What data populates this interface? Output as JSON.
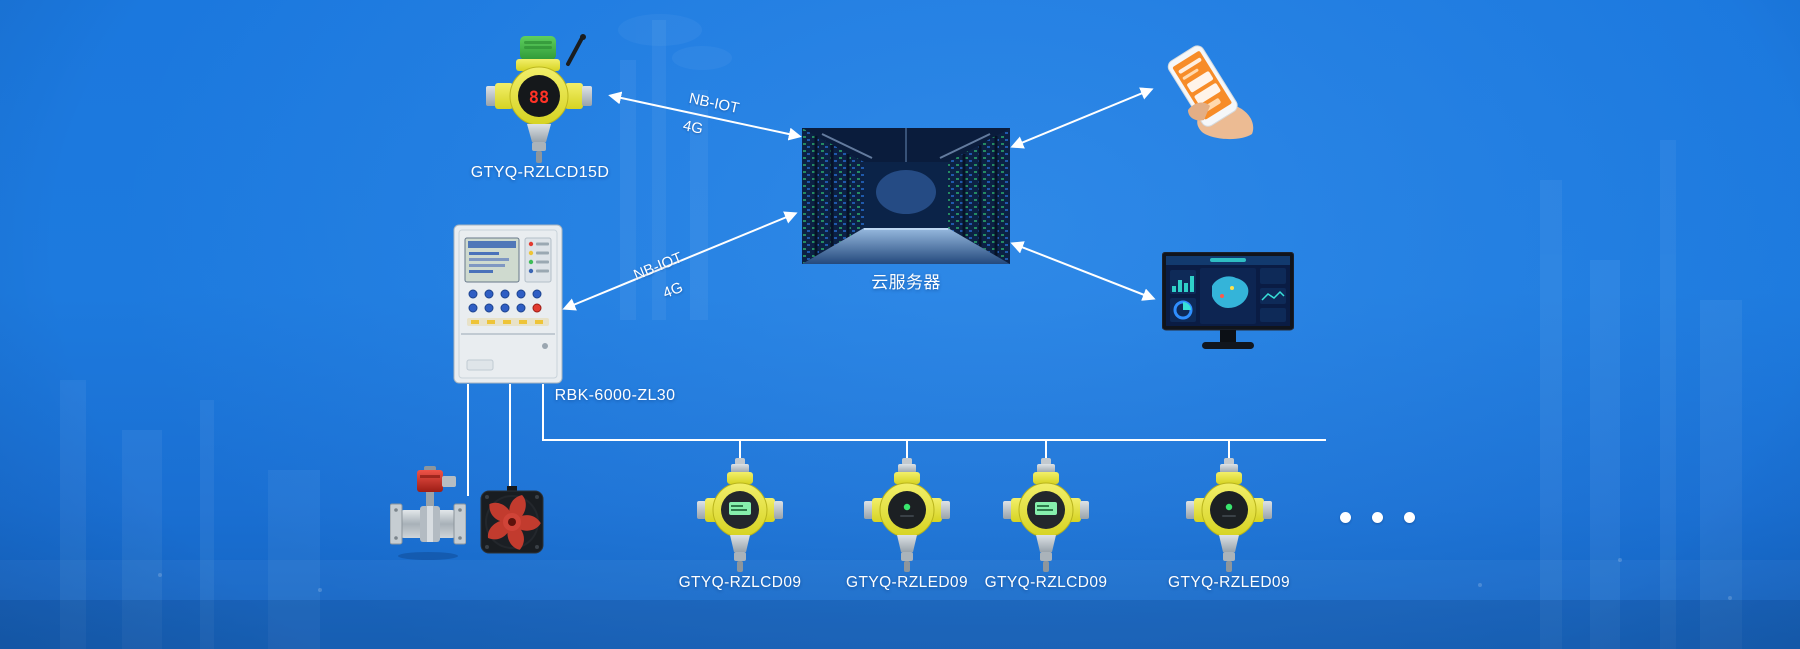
{
  "background": {
    "base_color": "#1b77dc"
  },
  "devices": {
    "wireless_detector": {
      "label": "GTYQ-RZLCD15D",
      "display_value": "88"
    },
    "cloud_server": {
      "label": "云服务器"
    },
    "controller": {
      "label": "RBK-6000-ZL30"
    },
    "field_detectors": [
      {
        "label": "GTYQ-RZLCD09",
        "screen": "lcd"
      },
      {
        "label": "GTYQ-RZLED09",
        "screen": "led"
      },
      {
        "label": "GTYQ-RZLCD09",
        "screen": "lcd"
      },
      {
        "label": "GTYQ-RZLED09",
        "screen": "led"
      }
    ]
  },
  "links": {
    "wireless_to_cloud": {
      "line1": "NB-IOT",
      "line2": "4G"
    },
    "controller_to_cloud": {
      "line1": "NB-IOT",
      "line2": "4G"
    }
  }
}
